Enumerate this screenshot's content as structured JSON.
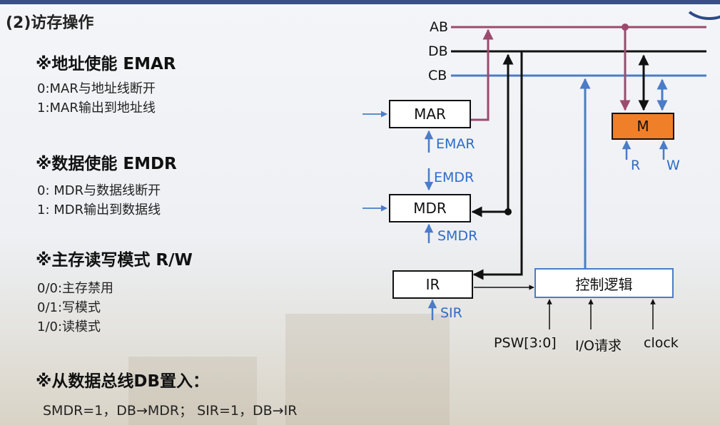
{
  "slide": {
    "section_title": "(2)访存操作",
    "emar": {
      "heading": "※地址使能 EMAR",
      "lines": [
        "0:MAR与地址线断开",
        "1:MAR输出到地址线"
      ]
    },
    "emdr": {
      "heading": "※数据使能 EMDR",
      "lines": [
        "0: MDR与数据线断开",
        "1: MDR输出到数据线"
      ]
    },
    "rw": {
      "heading": "※主存读写模式 R/W",
      "lines": [
        "0/0:主存禁用",
        "0/1:写模式",
        "1/0:读模式"
      ]
    },
    "db_in": {
      "heading": "※从数据总线DB置入：",
      "line": "SMDR=1，DB→MDR； SIR=1，DB→IR"
    }
  },
  "diagram": {
    "buses": {
      "ab": "AB",
      "db": "DB",
      "cb": "CB"
    },
    "blocks": {
      "mar": "MAR",
      "mdr": "MDR",
      "ir": "IR",
      "mem": "M",
      "ctrl": "控制逻辑"
    },
    "signals": {
      "emar": "EMAR",
      "emdr": "EMDR",
      "smdr": "SMDR",
      "sir": "SIR",
      "r": "R",
      "w": "W"
    },
    "ctrl_inputs": {
      "psw": "PSW[3:0]",
      "io": "I/O请求",
      "clock": "clock"
    },
    "colors": {
      "ab": "#9c4a6e",
      "db": "#111111",
      "cb": "#4a7cc7",
      "mem_fill": "#f07f2a",
      "signal_text": "#2e6cc7"
    }
  }
}
